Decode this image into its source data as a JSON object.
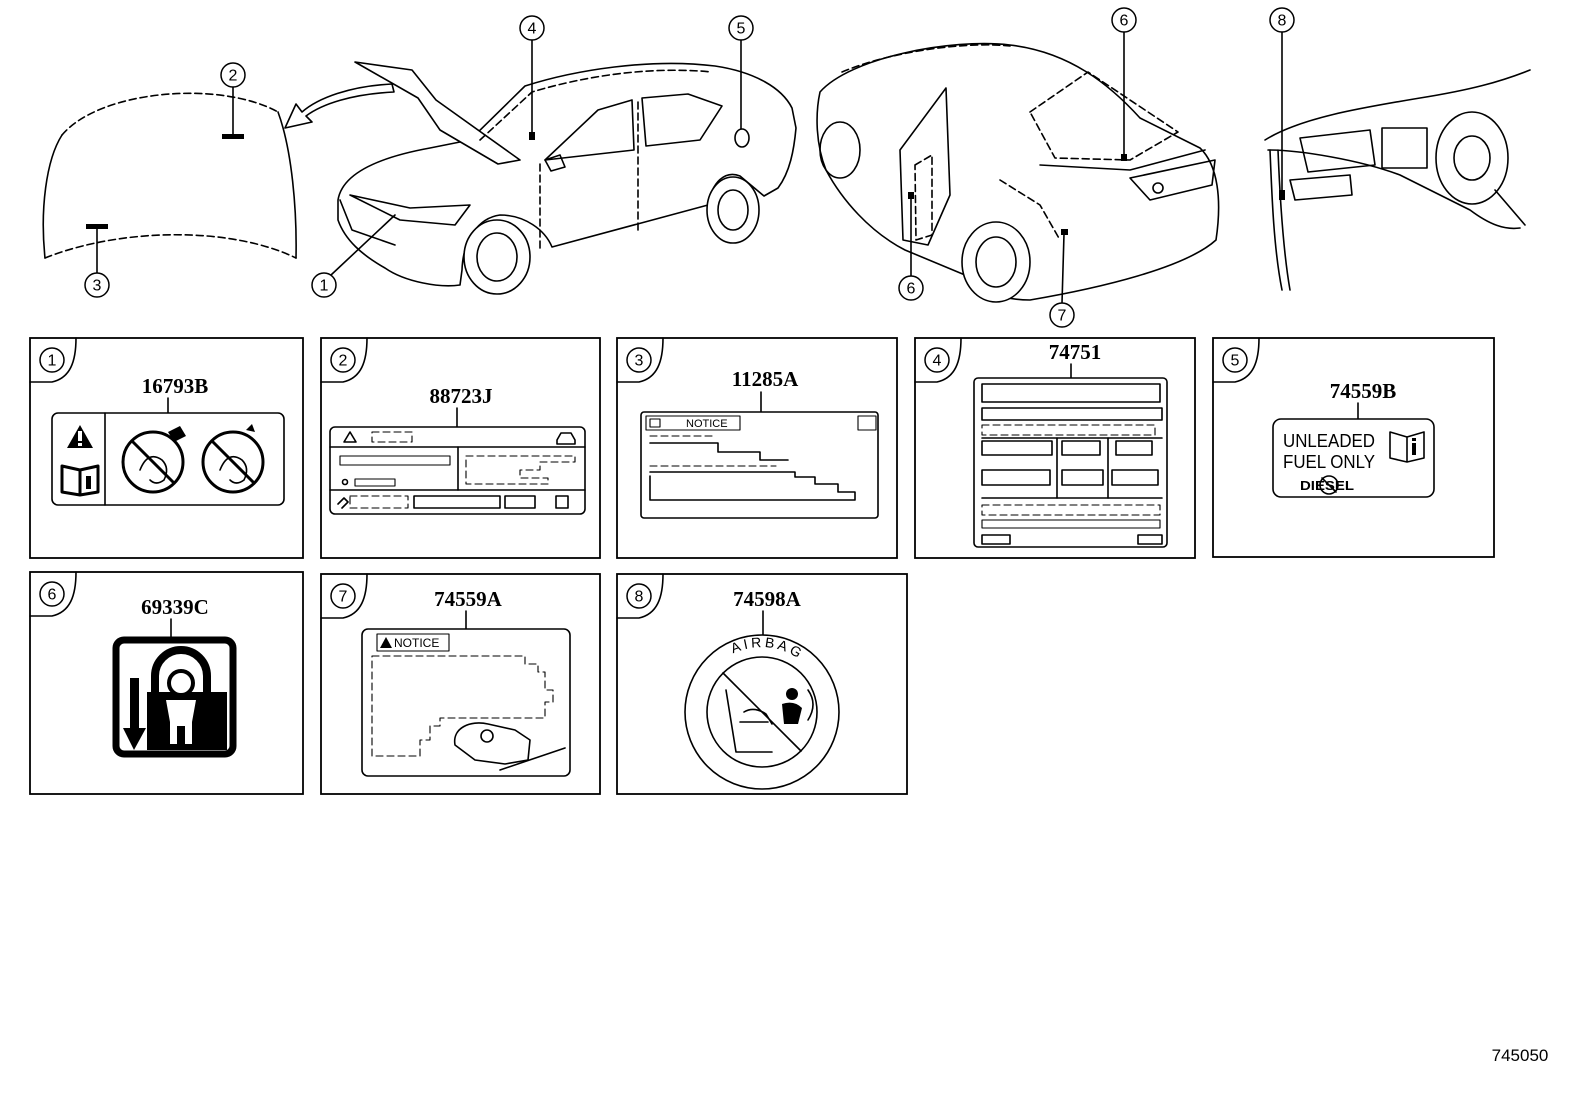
{
  "diagram_id": "745050",
  "overview_callouts": {
    "c1": "1",
    "c2": "2",
    "c3": "3",
    "c4": "4",
    "c5": "5",
    "c6a": "6",
    "c6b": "6",
    "c7": "7",
    "c8": "8"
  },
  "panels": [
    {
      "num": "1",
      "part_no": "16793B"
    },
    {
      "num": "2",
      "part_no": "88723J"
    },
    {
      "num": "3",
      "part_no": "11285A"
    },
    {
      "num": "4",
      "part_no": "74751"
    },
    {
      "num": "5",
      "part_no": "74559B"
    },
    {
      "num": "6",
      "part_no": "69339C"
    },
    {
      "num": "7",
      "part_no": "74559A"
    },
    {
      "num": "8",
      "part_no": "74598A"
    }
  ],
  "label_text": {
    "fuel_line1": "UNLEADED",
    "fuel_line2": "FUEL ONLY",
    "diesel": "DIESEL",
    "notice_3": "NOTICE",
    "notice_7": "NOTICE",
    "airbag": "AIRBAG"
  },
  "colors": {
    "ink": "#000000",
    "paper": "#ffffff"
  }
}
